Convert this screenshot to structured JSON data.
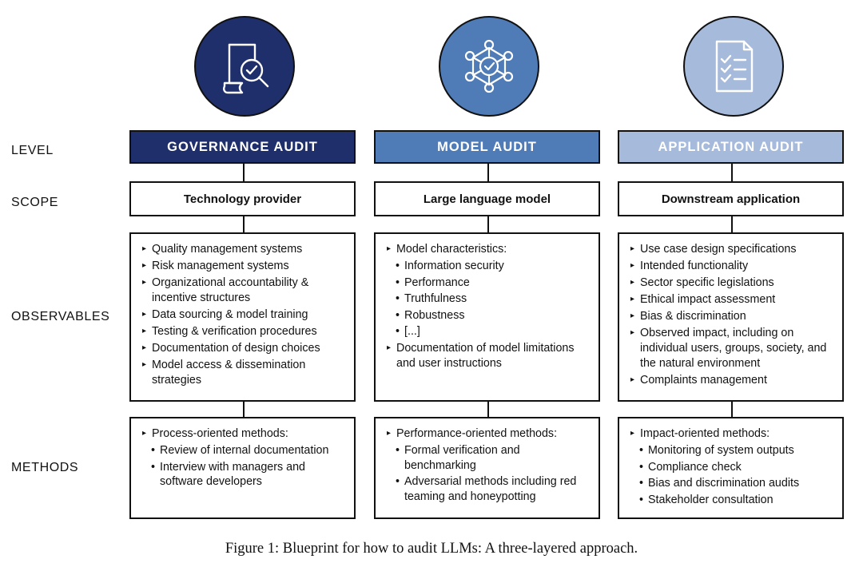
{
  "row_labels": {
    "level": "LEVEL",
    "scope": "SCOPE",
    "observables": "OBSERVABLES",
    "methods": "METHODS"
  },
  "columns": [
    {
      "icon": "document-magnifier-icon",
      "color": "#1f2f6b",
      "level": "GOVERNANCE AUDIT",
      "scope": "Technology provider",
      "observables": [
        {
          "text": "Quality management systems",
          "sub": []
        },
        {
          "text": "Risk management systems",
          "sub": []
        },
        {
          "text": "Organizational accountability & incentive structures",
          "sub": []
        },
        {
          "text": "Data sourcing & model training",
          "sub": []
        },
        {
          "text": "Testing & verification procedures",
          "sub": []
        },
        {
          "text": "Documentation of design choices",
          "sub": []
        },
        {
          "text": "Model access & dissemination strategies",
          "sub": []
        }
      ],
      "methods": [
        {
          "text": "Process-oriented methods:",
          "sub": [
            "Review of internal documentation",
            "Interview with managers and software developers"
          ]
        }
      ]
    },
    {
      "icon": "network-nodes-icon",
      "color": "#4f7bb6",
      "level": "MODEL AUDIT",
      "scope": "Large language model",
      "observables": [
        {
          "text": "Model characteristics:",
          "sub": [
            "Information security",
            "Performance",
            "Truthfulness",
            "Robustness",
            "[...]"
          ]
        },
        {
          "text": "Documentation of model limitations and user instructions",
          "sub": []
        }
      ],
      "methods": [
        {
          "text": "Performance-oriented methods:",
          "sub": [
            "Formal verification and benchmarking",
            "Adversarial methods including red teaming and honeypotting"
          ]
        }
      ]
    },
    {
      "icon": "checklist-icon",
      "color": "#a6badb",
      "level": "APPLICATION AUDIT",
      "scope": "Downstream application",
      "observables": [
        {
          "text": "Use case design specifications",
          "sub": []
        },
        {
          "text": "Intended functionality",
          "sub": []
        },
        {
          "text": "Sector specific legislations",
          "sub": []
        },
        {
          "text": "Ethical impact assessment",
          "sub": []
        },
        {
          "text": "Bias & discrimination",
          "sub": []
        },
        {
          "text": "Observed impact, including on individual users, groups, society, and the natural environment",
          "sub": []
        },
        {
          "text": "Complaints management",
          "sub": []
        }
      ],
      "methods": [
        {
          "text": "Impact-oriented methods:",
          "sub": [
            "Monitoring of system outputs",
            "Compliance check",
            "Bias and discrimination audits",
            "Stakeholder consultation"
          ]
        }
      ]
    }
  ],
  "caption": "Figure 1: Blueprint for how to audit LLMs: A three-layered approach."
}
